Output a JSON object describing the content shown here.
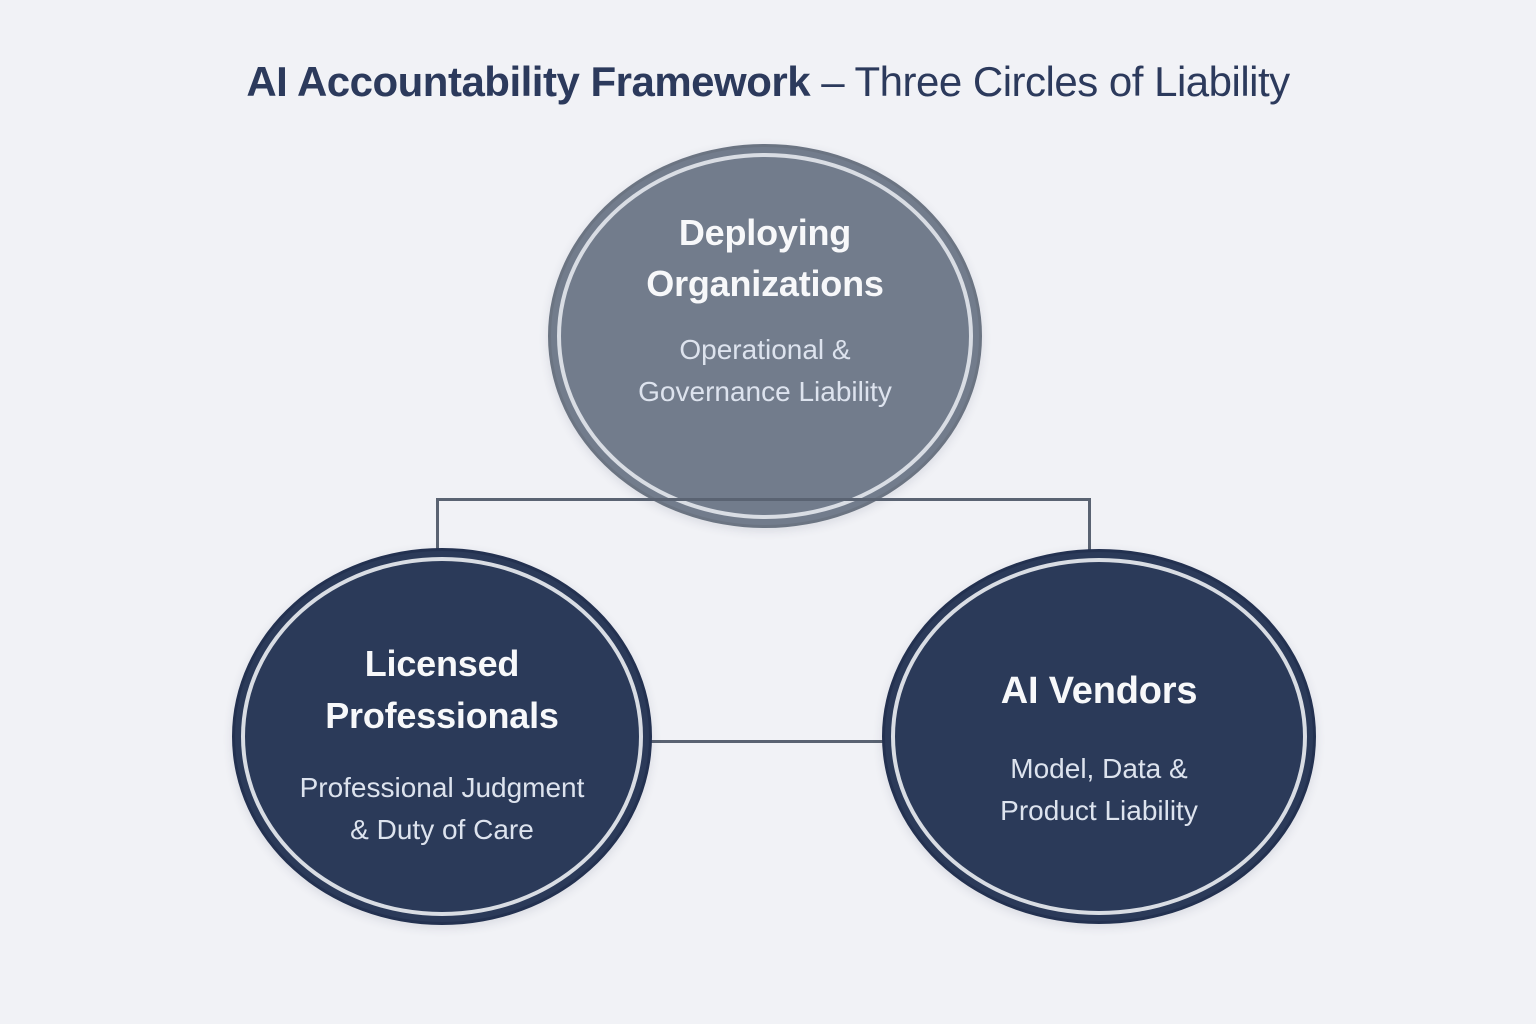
{
  "title": {
    "bold": "AI Accountability Framework",
    "rest": "– Three Circles of Liability"
  },
  "circles": [
    {
      "name": "deploying-organizations",
      "title_lines": [
        "Deploying",
        "Organizations"
      ],
      "subtitle_lines": [
        "Operational &",
        "Governance Liability"
      ],
      "fill": "#727c8c"
    },
    {
      "name": "licensed-professionals",
      "title_lines": [
        "Licensed",
        "Professionals"
      ],
      "subtitle_lines": [
        "Professional Judgment",
        "& Duty of Care"
      ],
      "fill": "#2b3a59"
    },
    {
      "name": "ai-vendors",
      "title_lines": [
        "AI Vendors"
      ],
      "subtitle_lines": [
        "Model, Data &",
        "Product Liability"
      ],
      "fill": "#2b3a59"
    }
  ],
  "colors": {
    "background": "#f1f2f6",
    "title_text": "#2c3a5c",
    "top_circle_fill": "#727c8c",
    "top_circle_edge": "#6b7482",
    "navy_circle_fill": "#2b3a59",
    "navy_circle_edge": "#233150",
    "ring": "#d9dde4",
    "connector": "#5a6372",
    "circle_text": "#f7f8fa",
    "circle_subtext": "#dde3ee"
  }
}
